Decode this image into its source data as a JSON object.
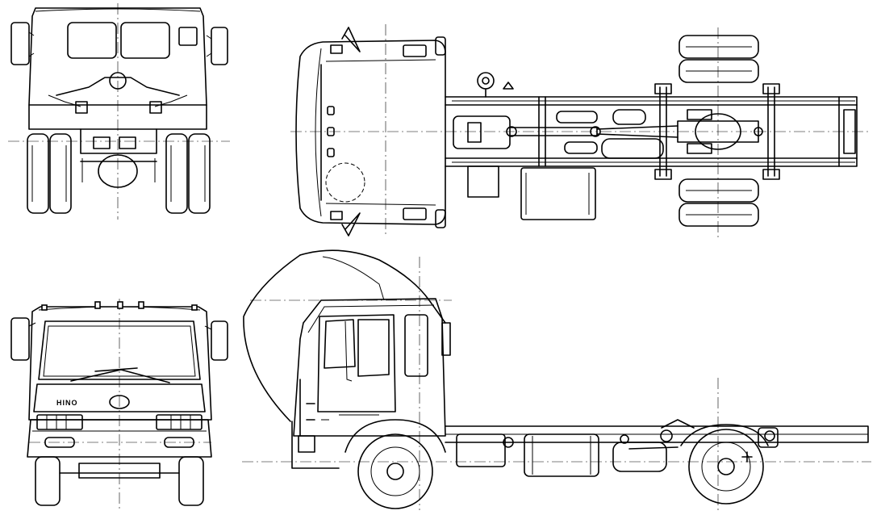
{
  "views": [
    {
      "id": "rear-view"
    },
    {
      "id": "top-view"
    },
    {
      "id": "front-view"
    },
    {
      "id": "side-view"
    }
  ],
  "front_view": {
    "grille_badge": "HINO"
  },
  "colors": {
    "ink": "#000000",
    "paper": "#ffffff"
  }
}
